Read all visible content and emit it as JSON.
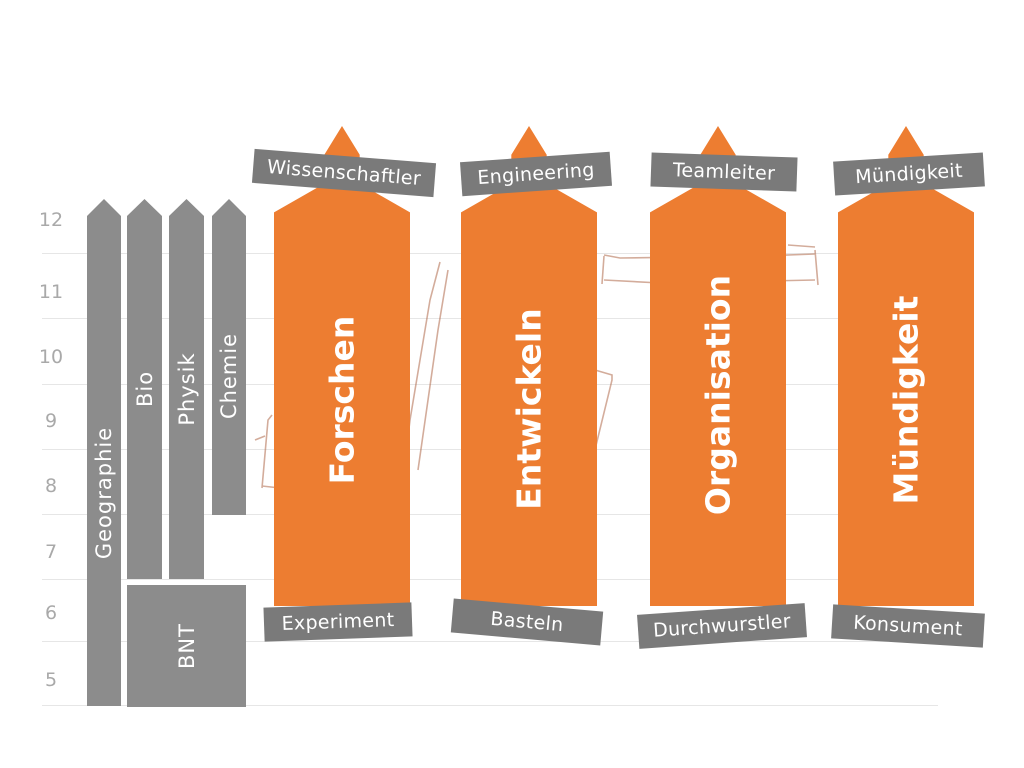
{
  "colors": {
    "orange": "#ed7d31",
    "gray": "#8c8c8c",
    "tag_gray": "#7a7a7a",
    "grade_text": "#a9a9a9",
    "grid": "#e6e6e6",
    "sketch": "#a0522d"
  },
  "grades": [
    "12",
    "11",
    "10",
    "9",
    "8",
    "7",
    "6",
    "5"
  ],
  "subjects": [
    {
      "label": "Geographie"
    },
    {
      "label": "Bio"
    },
    {
      "label": "Physik"
    },
    {
      "label": "Chemie"
    }
  ],
  "bnt": {
    "label": "BNT"
  },
  "pillars": [
    {
      "label": "Forschen",
      "top_tag": "Wissenschaftler",
      "bottom_tag": "Experiment"
    },
    {
      "label": "Entwickeln",
      "top_tag": "Engineering",
      "bottom_tag": "Basteln"
    },
    {
      "label": "Organisation",
      "top_tag": "Teamleiter",
      "bottom_tag": "Durchwurstler"
    },
    {
      "label": "Mündigkeit",
      "top_tag": "Mündigkeit",
      "bottom_tag": "Konsument"
    }
  ]
}
